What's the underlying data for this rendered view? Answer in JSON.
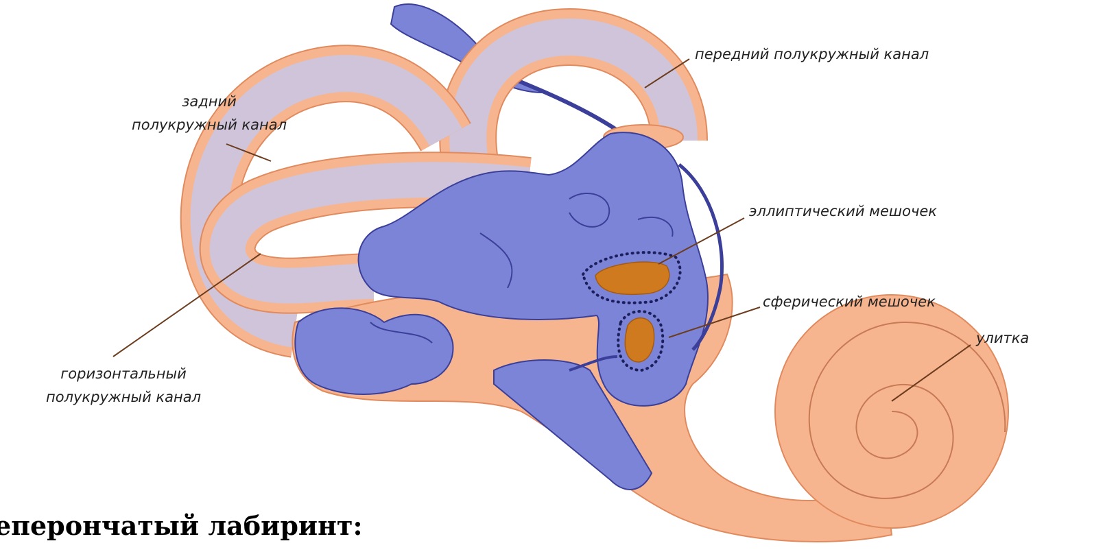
{
  "colors": {
    "bony": "#f7b58f",
    "bony_edge": "#e08a5e",
    "canal": "#cfc4d9",
    "membranous": "#7b84d6",
    "membranous_edge": "#3b3f99",
    "macula": "#cf7a1e",
    "dots": "#1d1f5c",
    "leader": "#6b3c1e"
  },
  "labels": {
    "anterior_canal": "передний полукружный канал",
    "posterior_canal_line1": "задний",
    "posterior_canal_line2": "полукружный канал",
    "utricle": "эллиптический мешочек",
    "saccule": "сферический мешочек",
    "cochlea": "улитка",
    "horizontal_canal_line1": "горизонтальный",
    "horizontal_canal_line2": "полукружный канал"
  },
  "caption": "еперончатый лабиринт:"
}
